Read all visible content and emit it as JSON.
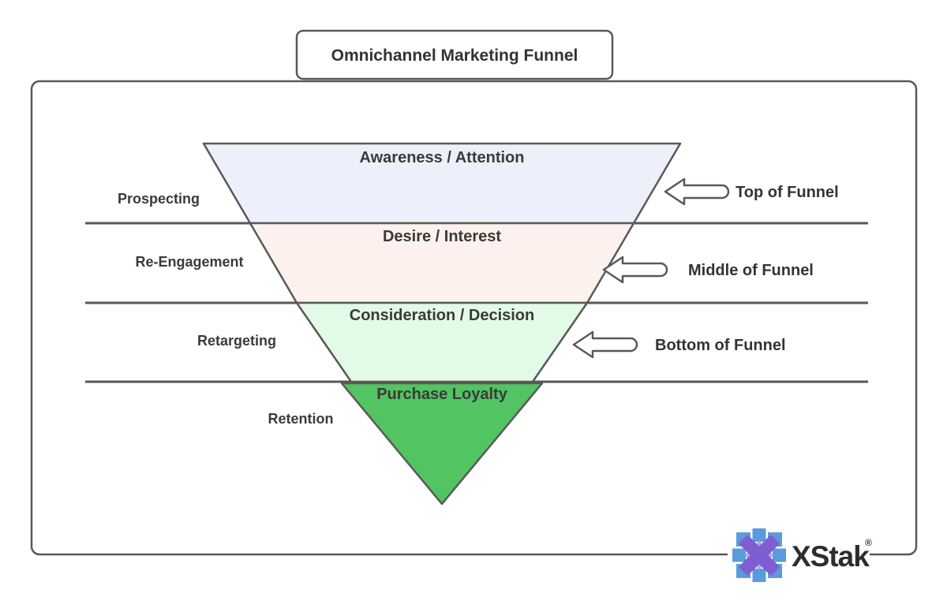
{
  "title": "Omnichannel Marketing Funnel",
  "stages": [
    {
      "label": "Awareness / Attention",
      "side_label": "Prospecting",
      "fill": "#edeffb"
    },
    {
      "label": "Desire / Interest",
      "side_label": "Re-Engagement",
      "fill": "#fcf1ec"
    },
    {
      "label": "Consideration / Decision",
      "side_label": "Retargeting",
      "fill": "#e3fae7"
    },
    {
      "label": "Purchase Loyalty",
      "side_label": "Retention",
      "fill": "#52c462"
    }
  ],
  "annotations": [
    {
      "label": "Top of Funnel"
    },
    {
      "label": "Middle of Funnel"
    },
    {
      "label": "Bottom of Funnel"
    }
  ],
  "logo": {
    "brand": "XStak",
    "registered": "®"
  },
  "colors": {
    "outline": "#595959",
    "text": "#3a3a3a",
    "logo_blue": "#5b9bdd",
    "logo_purple": "#7e5ed0",
    "logo_light_purple": "#b4a6e8"
  }
}
